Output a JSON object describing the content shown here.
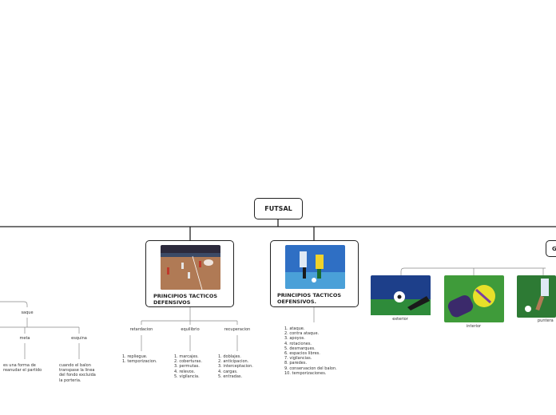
{
  "root": {
    "label": "FUTSAL"
  },
  "defensivos": {
    "title": "PRINCIPIOS TACTICOS\nDEFENSIVOS",
    "image_icon": "futsal-match-photo",
    "children": [
      {
        "label": "retardacion",
        "items": "1. repliegue.\n1. temporizacion."
      },
      {
        "label": "equilibrio",
        "items": "1. marcajes.\n2. coberturas.\n3. permutas.\n4. relevos.\n5. vigilancia."
      },
      {
        "label": "recuperacion",
        "items": "1. doblajes.\n2. anticipacion.\n3. interceptacion.\n4. cargas.\n5. entradas."
      }
    ]
  },
  "ofensivos": {
    "title": "PRINCIPIOS TACTICOS\nOEFENSIVOS.",
    "image_icon": "futsal-players-photo",
    "items": "1. ataque.\n2. contra ataque.\n3. apoyos.\n4. rotaciones.\n5. desmarques.\n6. espacios libres.\n7. vigilancias.\n8. paredes.\n9. conservacion del balon.\n10. temporizaciones."
  },
  "saque": {
    "label": "saque",
    "children": [
      {
        "label": "meta",
        "note": "es una forma de\nreanudar el partido"
      },
      {
        "label": "esquina",
        "note": "cuando el balon\ntranspase la linea\ndel fondo excluida\nla porteria."
      }
    ]
  },
  "golpeo": {
    "label": "G",
    "children": [
      {
        "label": "exterior",
        "image_icon": "ball-kick-exterior-photo"
      },
      {
        "label": "interior",
        "image_icon": "ball-kick-interior-photo"
      },
      {
        "label": "puntera",
        "image_icon": "ball-kick-puntera-photo"
      }
    ]
  },
  "colors": {
    "line": "#222222",
    "grass": "#2e8b3a",
    "sky": "#2f6fc4",
    "court": "#b07a55"
  }
}
